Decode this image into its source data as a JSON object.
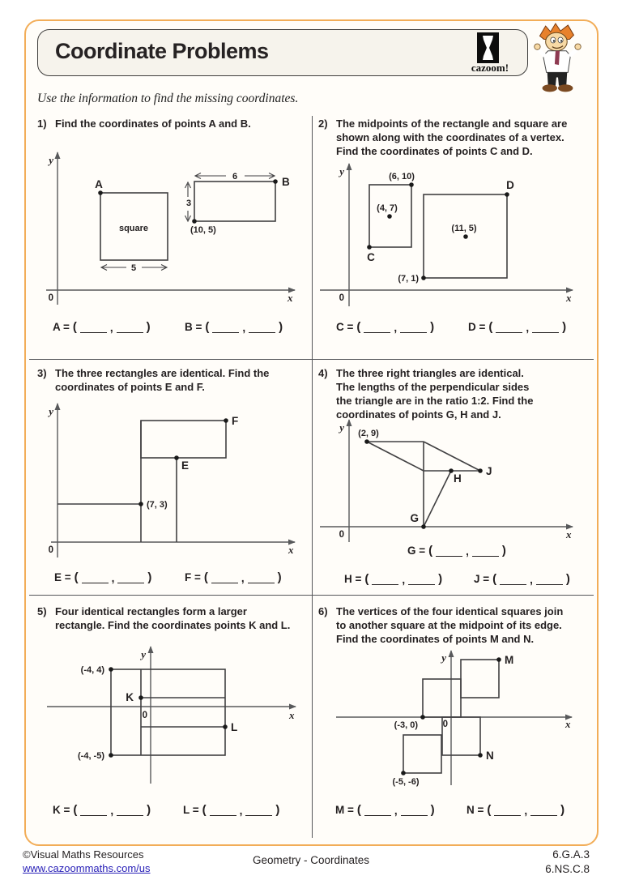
{
  "header": {
    "title": "Coordinate Problems",
    "logo_text": "cazoom!",
    "instruction": "Use the information to find the missing coordinates."
  },
  "axes": {
    "x_label": "x",
    "y_label": "y",
    "origin_label": "0"
  },
  "punct": {
    "open": "(",
    "comma": ",",
    "close": ")"
  },
  "problems": {
    "p1": {
      "number": "1)",
      "text_lines": [
        "Find the coordinates of points A and B."
      ],
      "labels": {
        "a": "A",
        "b": "B",
        "square_text": "square",
        "width_5": "5",
        "width_6": "6",
        "height_3": "3",
        "vertex": "(10, 5)"
      },
      "answers": [
        "A =",
        "B ="
      ]
    },
    "p2": {
      "number": "2)",
      "text_lines": [
        "The midpoints of the rectangle and square are",
        "shown along with the coordinates of a vertex.",
        "Find the coordinates of points C and D."
      ],
      "labels": {
        "top_vertex": "(6, 10)",
        "mid_small": "(4, 7)",
        "c": "C",
        "d": "D",
        "mid_big": "(11, 5)",
        "bottom_vertex": "(7, 1)"
      },
      "answers": [
        "C =",
        "D ="
      ]
    },
    "p3": {
      "number": "3)",
      "text_lines": [
        "The three rectangles are identical. Find the",
        "coordinates of points E and F."
      ],
      "labels": {
        "vertex": "(7, 3)",
        "e": "E",
        "f": "F"
      },
      "answers": [
        "E =",
        "F ="
      ]
    },
    "p4": {
      "number": "4)",
      "text_lines": [
        "The three right triangles are identical.",
        "The lengths of the perpendicular sides",
        "the triangle are in the ratio 1:2. Find the",
        "coordinates of points G, H and J."
      ],
      "labels": {
        "vertex": "(2, 9)",
        "g": "G",
        "h": "H",
        "j": "J"
      },
      "answers": [
        "G =",
        "H =",
        "J ="
      ]
    },
    "p5": {
      "number": "5)",
      "text_lines": [
        "Four identical rectangles form a larger",
        "rectangle. Find the coordinates points K and L."
      ],
      "labels": {
        "top_left": "(-4, 4)",
        "bottom_left": "(-4, -5)",
        "k": "K",
        "l": "L"
      },
      "answers": [
        "K =",
        "L ="
      ]
    },
    "p6": {
      "number": "6)",
      "text_lines": [
        "The vertices of the four identical squares join",
        "to another square at the midpoint of its edge.",
        "Find the coordinates of points M and N."
      ],
      "labels": {
        "m": "M",
        "n": "N",
        "on_axis": "(-3, 0)",
        "bottom": "(-5, -6)"
      },
      "answers": [
        "M =",
        "N ="
      ]
    }
  },
  "footer": {
    "copyright": "©Visual Maths Resources",
    "url": "www.cazoommaths.com/us",
    "center": "Geometry - Coordinates",
    "code1": "6.G.A.3",
    "code2": "6.NS.C.8"
  }
}
